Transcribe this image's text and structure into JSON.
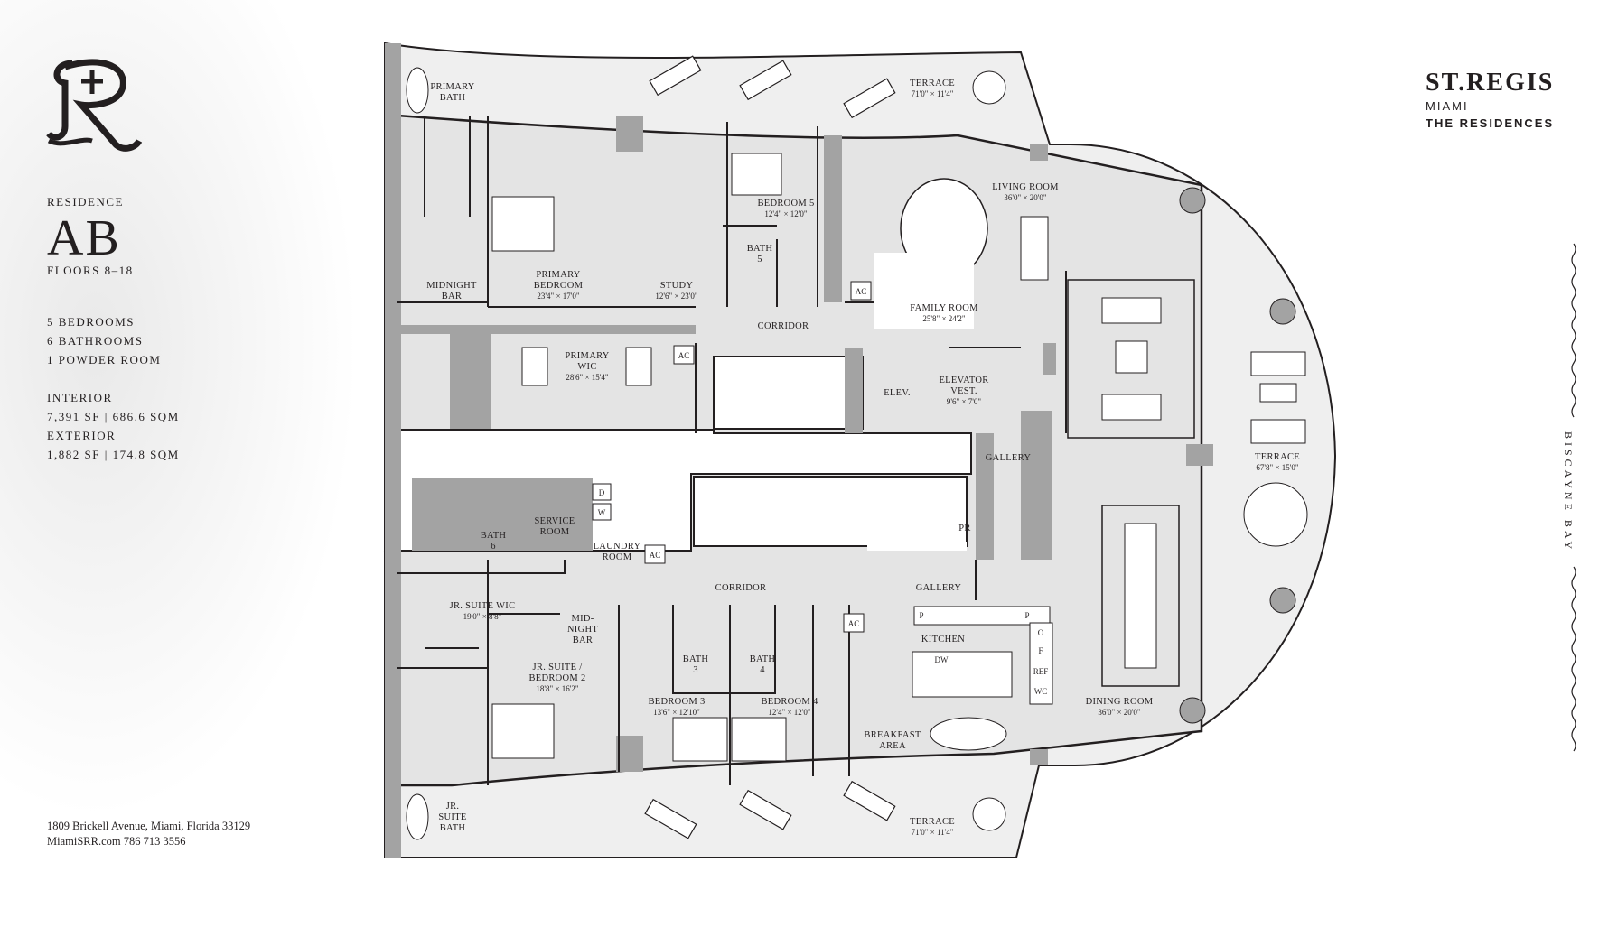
{
  "brand": {
    "name": "ST.REGIS",
    "city": "MIAMI",
    "tagline": "THE RESIDENCES"
  },
  "residence": {
    "label": "RESIDENCE",
    "code": "AB",
    "floors": "FLOORS 8–18",
    "bedrooms": "5 BEDROOMS",
    "bathrooms": "6 BATHROOMS",
    "powder": "1 POWDER ROOM",
    "interior_label": "INTERIOR",
    "interior_value": "7,391 SF | 686.6 SQM",
    "exterior_label": "EXTERIOR",
    "exterior_value": "1,882 SF | 174.8 SQM"
  },
  "contact": {
    "address": "1809 Brickell Avenue, Miami, Florida 33129",
    "web_phone": "MiamiSRR.com  786 713 3556"
  },
  "bay_label": "BISCAYNE BAY",
  "rooms": {
    "primary_bath": [
      "PRIMARY",
      "BATH"
    ],
    "terrace_top": [
      "TERRACE",
      "71'0\" × 11'4\""
    ],
    "bedroom5": [
      "BEDROOM 5",
      "12'4\" × 12'0\""
    ],
    "living": [
      "LIVING ROOM",
      "36'0\" × 20'0\""
    ],
    "bath5": [
      "BATH",
      "5"
    ],
    "primary_bedroom": [
      "PRIMARY",
      "BEDROOM",
      "23'4\" × 17'0\""
    ],
    "study": [
      "STUDY",
      "12'6\" × 23'0\""
    ],
    "midnight_bar": [
      "MIDNIGHT",
      "BAR"
    ],
    "family": [
      "FAMILY ROOM",
      "25'8\" × 24'2\""
    ],
    "corridor_top": "CORRIDOR",
    "primary_wic": [
      "PRIMARY",
      "WIC",
      "28'6\" × 15'4\""
    ],
    "elev": "ELEV.",
    "elevator_vest": [
      "ELEVATOR",
      "VEST.",
      "9'6\" × 7'0\""
    ],
    "gallery_mid": "GALLERY",
    "terrace_east": [
      "TERRACE",
      "67'8\" × 15'0\""
    ],
    "service": [
      "SERVICE",
      "ROOM"
    ],
    "bath6": [
      "BATH",
      "6"
    ],
    "laundry": [
      "LAUNDRY",
      "ROOM"
    ],
    "pr": "PR",
    "corridor_bottom": "CORRIDOR",
    "gallery_bottom": "GALLERY",
    "jr_wic": [
      "JR. SUITE WIC",
      "19'0\" × 8'8\""
    ],
    "mid_night_bar": [
      "MID-",
      "NIGHT",
      "BAR"
    ],
    "kitchen": "KITCHEN",
    "bath3": [
      "BATH",
      "3"
    ],
    "bath4": [
      "BATH",
      "4"
    ],
    "jr_suite": [
      "JR. SUITE /",
      "BEDROOM 2",
      "18'8\" × 16'2\""
    ],
    "bedroom3": [
      "BEDROOM 3",
      "13'6\" × 12'10\""
    ],
    "bedroom4": [
      "BEDROOM 4",
      "12'4\" × 12'0\""
    ],
    "breakfast": [
      "BREAKFAST",
      "AREA"
    ],
    "dining": [
      "DINING ROOM",
      "36'0\" × 20'0\""
    ],
    "jr_suite_bath": [
      "JR.",
      "SUITE",
      "BATH"
    ],
    "terrace_bottom": [
      "TERRACE",
      "71'0\" × 11'4\""
    ]
  },
  "fixtures": {
    "ac": "AC",
    "dryer": "D",
    "washer": "W",
    "pantry": "P",
    "dishwasher": "DW",
    "oven": "O",
    "fridge_f": "F",
    "ref": "REF",
    "wc": "WC"
  }
}
